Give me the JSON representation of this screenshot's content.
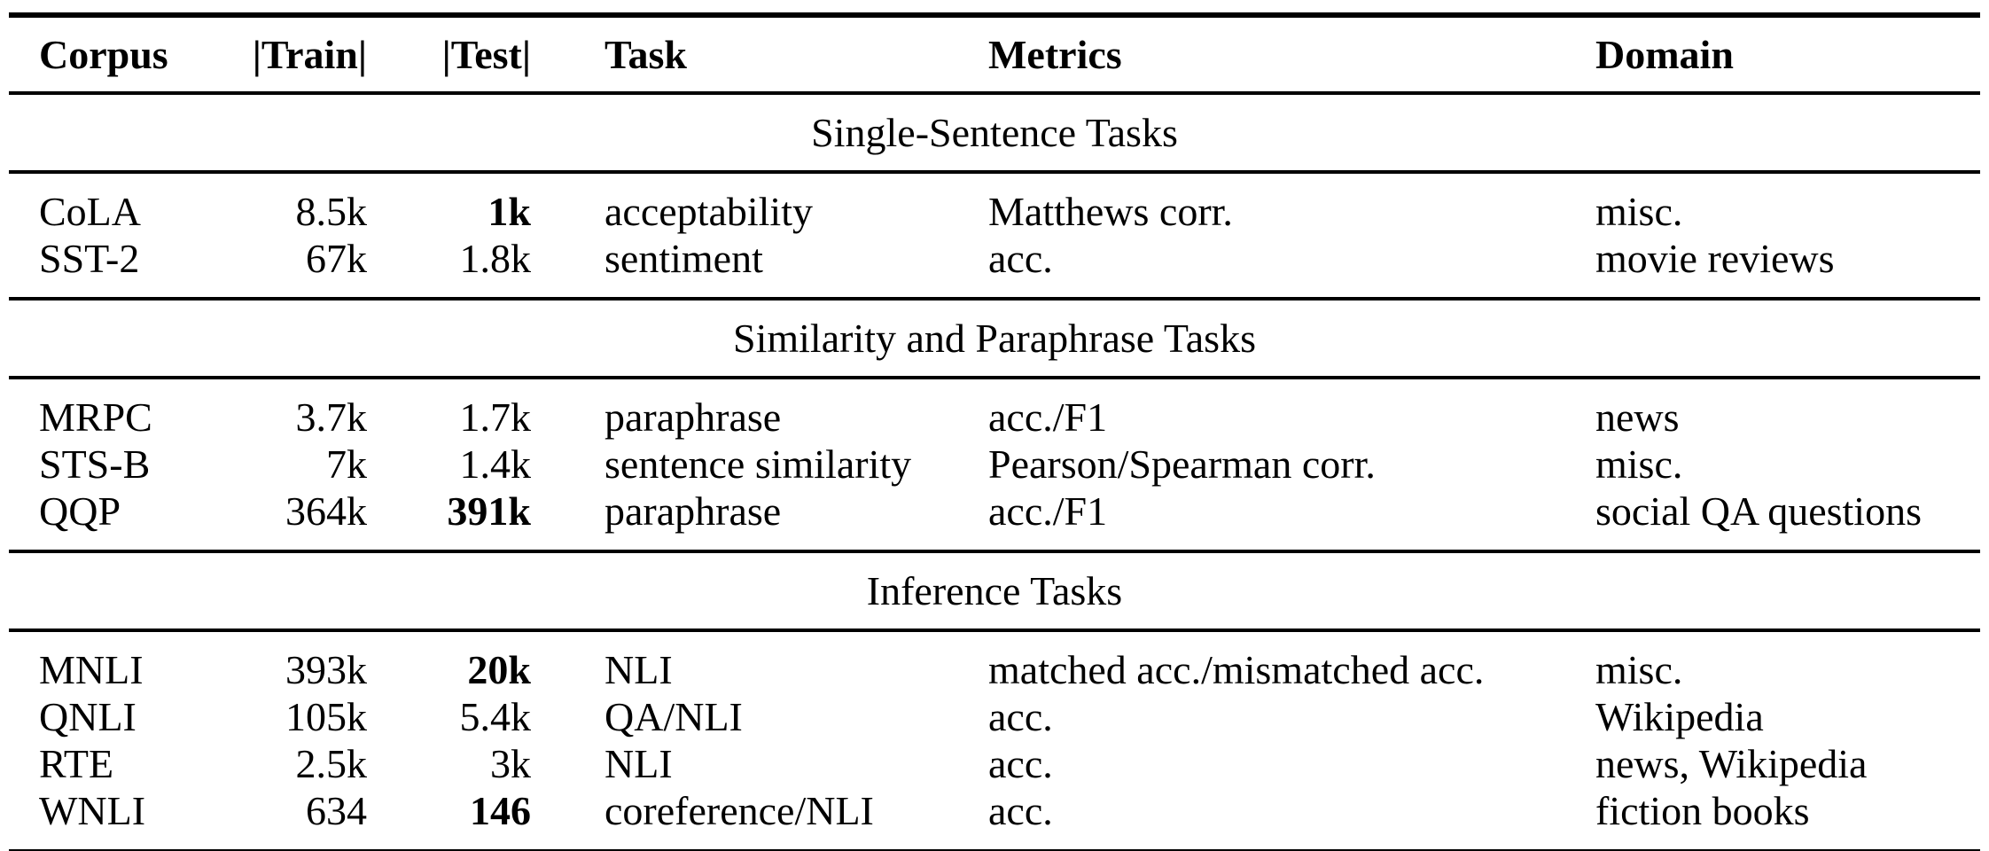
{
  "colors": {
    "background": "#ffffff",
    "text": "#000000",
    "rule": "#000000"
  },
  "table": {
    "headers": [
      {
        "key": "corpus",
        "label": "Corpus"
      },
      {
        "key": "train",
        "label": "|Train|"
      },
      {
        "key": "test",
        "label": "|Test|"
      },
      {
        "key": "task",
        "label": "Task"
      },
      {
        "key": "metrics",
        "label": "Metrics"
      },
      {
        "key": "domain",
        "label": "Domain"
      }
    ],
    "sections": [
      {
        "title": "Single-Sentence Tasks",
        "rows": [
          {
            "corpus": "CoLA",
            "train": "8.5k",
            "test": "1k",
            "test_bold": true,
            "task": "acceptability",
            "metrics": "Matthews corr.",
            "domain": "misc."
          },
          {
            "corpus": "SST-2",
            "train": "67k",
            "test": "1.8k",
            "test_bold": false,
            "task": "sentiment",
            "metrics": "acc.",
            "domain": "movie reviews"
          }
        ]
      },
      {
        "title": "Similarity and Paraphrase Tasks",
        "rows": [
          {
            "corpus": "MRPC",
            "train": "3.7k",
            "test": "1.7k",
            "test_bold": false,
            "task": "paraphrase",
            "metrics": "acc./F1",
            "domain": "news"
          },
          {
            "corpus": "STS-B",
            "train": "7k",
            "test": "1.4k",
            "test_bold": false,
            "task": "sentence similarity",
            "metrics": "Pearson/Spearman corr.",
            "domain": "misc."
          },
          {
            "corpus": "QQP",
            "train": "364k",
            "test": "391k",
            "test_bold": true,
            "task": "paraphrase",
            "metrics": "acc./F1",
            "domain": "social QA questions"
          }
        ]
      },
      {
        "title": "Inference Tasks",
        "rows": [
          {
            "corpus": "MNLI",
            "train": "393k",
            "test": "20k",
            "test_bold": true,
            "task": "NLI",
            "metrics": "matched acc./mismatched acc.",
            "domain": "misc."
          },
          {
            "corpus": "QNLI",
            "train": "105k",
            "test": "5.4k",
            "test_bold": false,
            "task": "QA/NLI",
            "metrics": "acc.",
            "domain": "Wikipedia"
          },
          {
            "corpus": "RTE",
            "train": "2.5k",
            "test": "3k",
            "test_bold": false,
            "task": "NLI",
            "metrics": "acc.",
            "domain": "news, Wikipedia"
          },
          {
            "corpus": "WNLI",
            "train": "634",
            "test": "146",
            "test_bold": true,
            "task": "coreference/NLI",
            "metrics": "acc.",
            "domain": "fiction books"
          }
        ]
      }
    ]
  }
}
